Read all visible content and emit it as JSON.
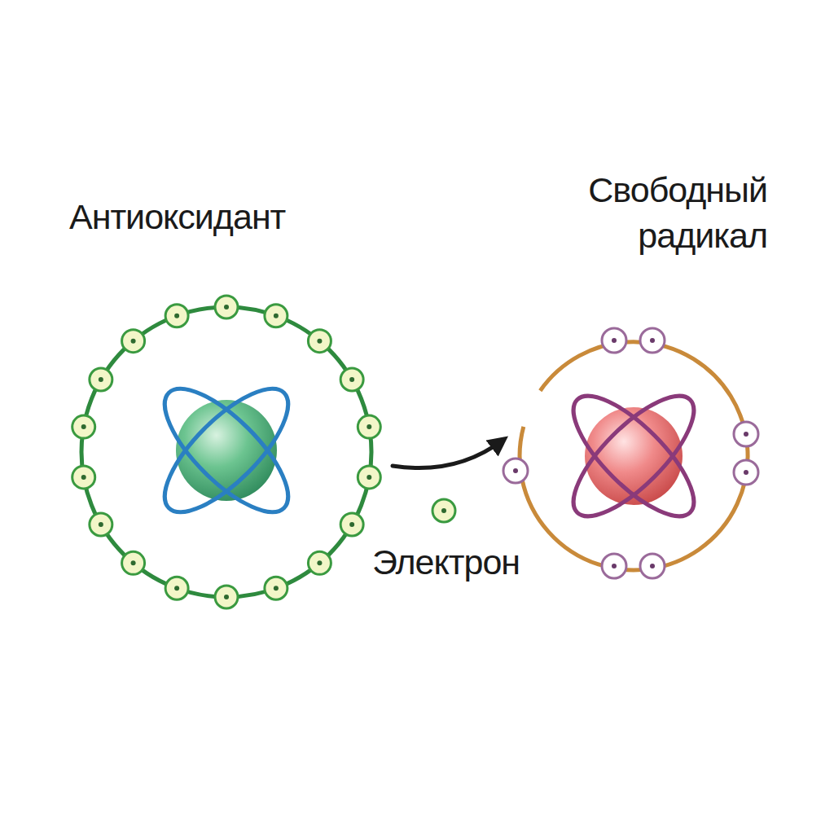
{
  "diagram": {
    "nodes": [
      {
        "text": [
          "Антиоксидант"
        ]
      },
      {
        "text": [
          "Свободный радикал"
        ]
      }
    ],
    "edges": [
      {
        "from": 0,
        "to": 1,
        "arrow": "to"
      }
    ],
    "labels": [
      "Электрон"
    ]
  }
}
